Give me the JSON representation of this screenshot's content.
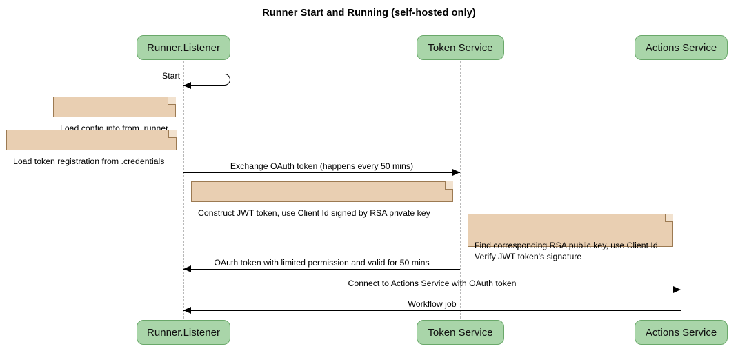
{
  "diagram": {
    "type": "sequence-diagram",
    "title": "Runner Start and Running (self-hosted only)",
    "colors": {
      "participant_fill": "#a9d5a9",
      "participant_border": "#6aa86a",
      "note_fill": "#e9cfb2",
      "note_border": "#9c7a52",
      "lifeline": "#b9b9b9",
      "arrow": "#000000",
      "background": "#ffffff"
    },
    "participants": [
      {
        "id": "runner",
        "label": "Runner.Listener"
      },
      {
        "id": "token",
        "label": "Token Service"
      },
      {
        "id": "actions",
        "label": "Actions Service"
      }
    ],
    "notes": [
      {
        "id": "note-config",
        "text": "Load config info from .runner"
      },
      {
        "id": "note-token-reg",
        "text": "Load token registration from .credentials"
      },
      {
        "id": "note-jwt",
        "text": "Construct JWT token, use Client Id signed by RSA private key"
      },
      {
        "id": "note-verify",
        "text": "Find corresponding RSA public key, use Client Id\nVerify JWT token's signature"
      }
    ],
    "messages": [
      {
        "id": "msg-start",
        "label": "Start",
        "from": "runner",
        "to": "runner",
        "kind": "self"
      },
      {
        "id": "msg-exchange",
        "label": "Exchange OAuth token (happens every 50 mins)",
        "from": "runner",
        "to": "token",
        "kind": "right"
      },
      {
        "id": "msg-oauth",
        "label": "OAuth token with limited permission and valid for 50 mins",
        "from": "token",
        "to": "runner",
        "kind": "left"
      },
      {
        "id": "msg-connect",
        "label": "Connect to Actions Service with OAuth token",
        "from": "runner",
        "to": "actions",
        "kind": "right"
      },
      {
        "id": "msg-workflow",
        "label": "Workflow job",
        "from": "actions",
        "to": "runner",
        "kind": "left"
      }
    ]
  }
}
